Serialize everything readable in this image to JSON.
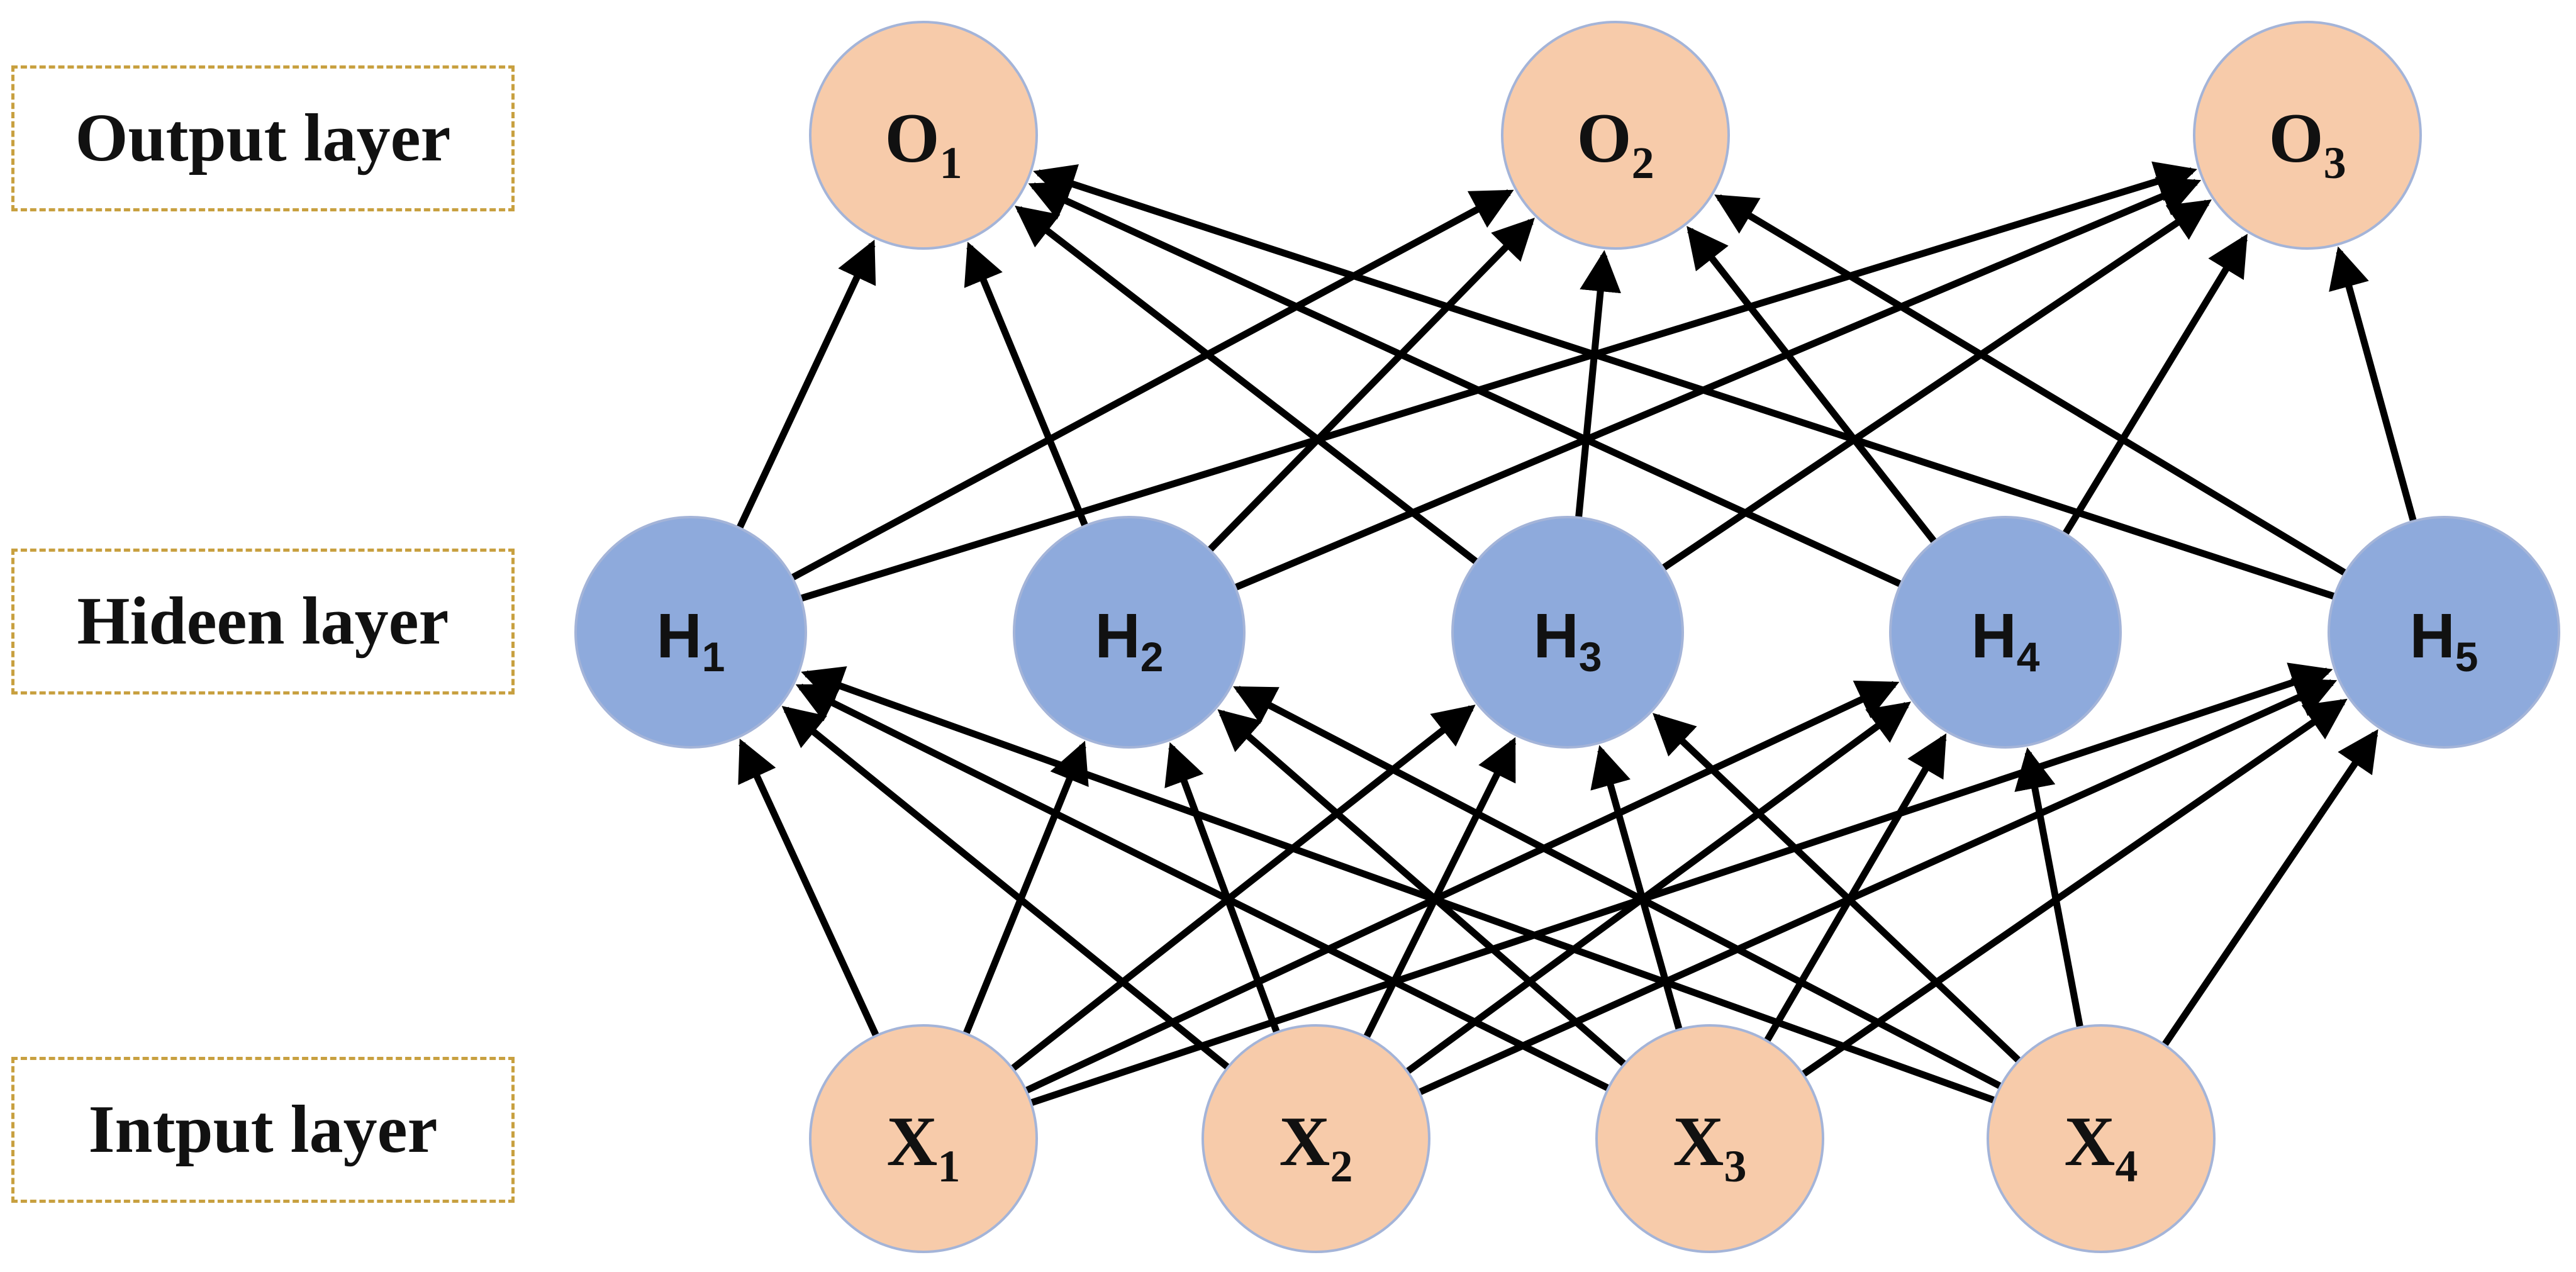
{
  "layers": {
    "output": "Output layer",
    "hidden": "Hideen layer",
    "input": "Intput layer"
  },
  "colors": {
    "peach_node": "#f7cbaa",
    "blue_node": "#8eaadc",
    "node_outline": "#a4b4d8",
    "edge": "#000000",
    "dashed_border": "#c8a040"
  },
  "nodes": {
    "output": [
      {
        "id": "O1",
        "letter": "O",
        "sub": "1"
      },
      {
        "id": "O2",
        "letter": "O",
        "sub": "2"
      },
      {
        "id": "O3",
        "letter": "O",
        "sub": "3"
      }
    ],
    "hidden": [
      {
        "id": "H1",
        "letter": "H",
        "sub": "1"
      },
      {
        "id": "H2",
        "letter": "H",
        "sub": "2"
      },
      {
        "id": "H3",
        "letter": "H",
        "sub": "3"
      },
      {
        "id": "H4",
        "letter": "H",
        "sub": "4"
      },
      {
        "id": "H5",
        "letter": "H",
        "sub": "5"
      }
    ],
    "input": [
      {
        "id": "X1",
        "letter": "X",
        "sub": "1"
      },
      {
        "id": "X2",
        "letter": "X",
        "sub": "2"
      },
      {
        "id": "X3",
        "letter": "X",
        "sub": "3"
      },
      {
        "id": "X4",
        "letter": "X",
        "sub": "4"
      }
    ]
  },
  "connections": {
    "input_to_hidden": "all",
    "hidden_to_output": "all"
  }
}
